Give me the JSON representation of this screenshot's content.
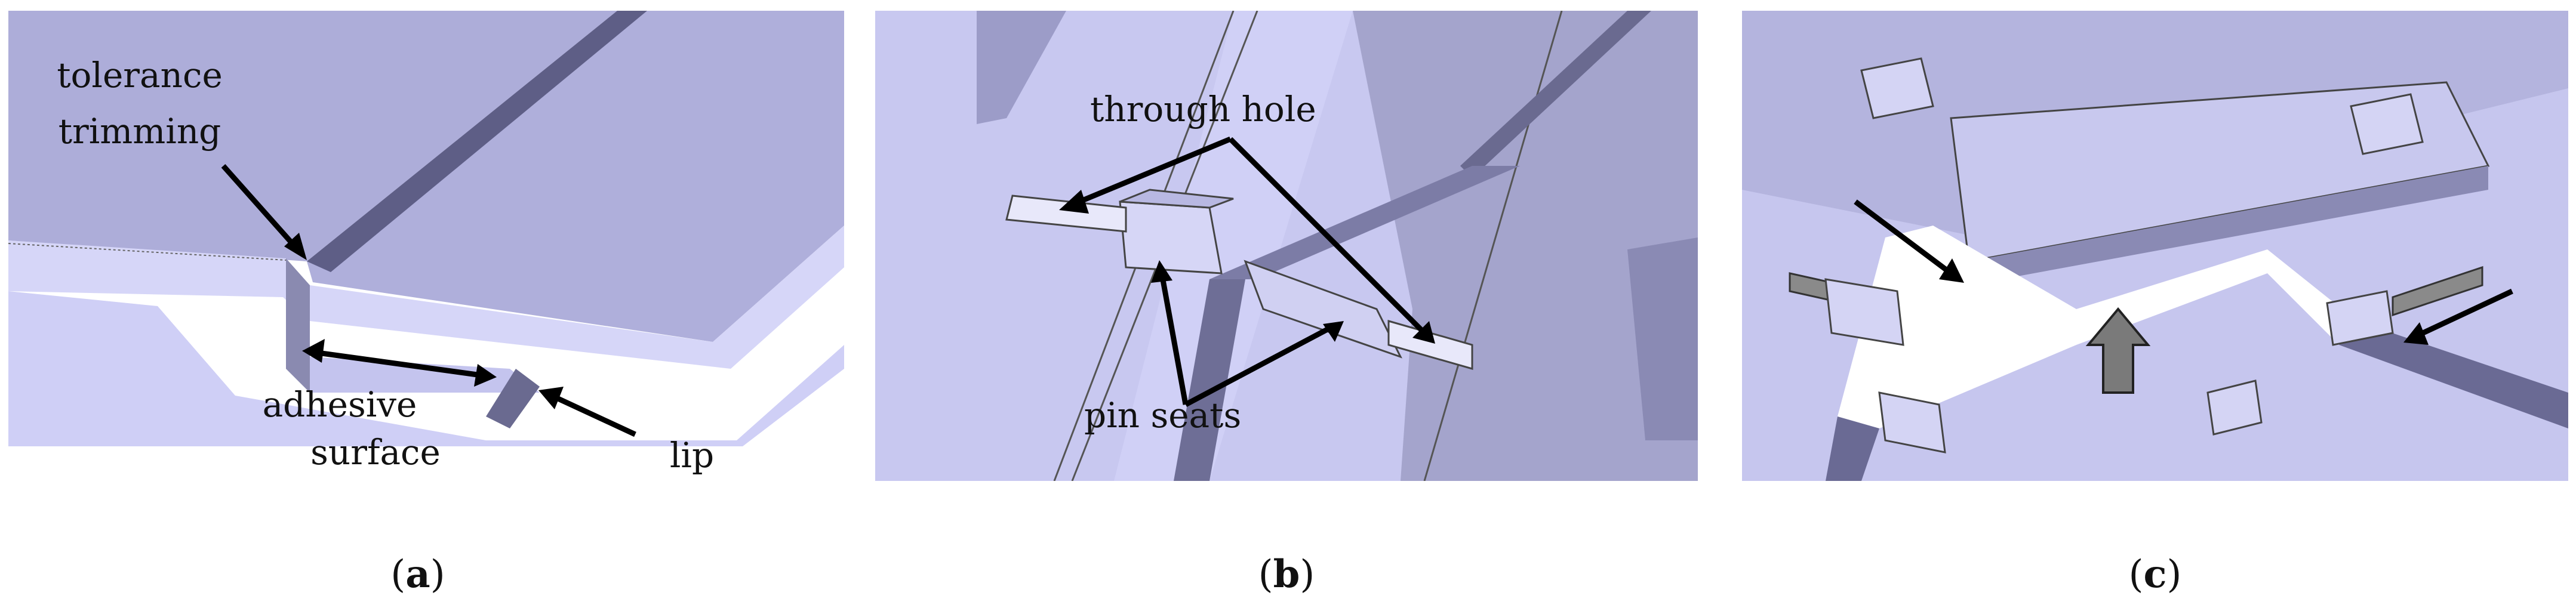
{
  "panels": [
    {
      "id": "a",
      "caption_letter": "a",
      "labels": {
        "tolerance_line1": "tolerance",
        "tolerance_line2": "trimming",
        "adhesive_line1": "adhesive",
        "adhesive_line2": "surface",
        "lip": "lip"
      }
    },
    {
      "id": "b",
      "caption_letter": "b",
      "labels": {
        "through_hole": "through hole",
        "pin_seats": "pin seats"
      }
    },
    {
      "id": "c",
      "caption_letter": "c",
      "labels": {}
    }
  ],
  "colors": {
    "surface_light": "#c9c9f2",
    "surface_mid": "#b0b0de",
    "surface_dark": "#8c8cb8",
    "edge_dark": "#55557a",
    "arrow_gray": "#7a7a7a"
  }
}
